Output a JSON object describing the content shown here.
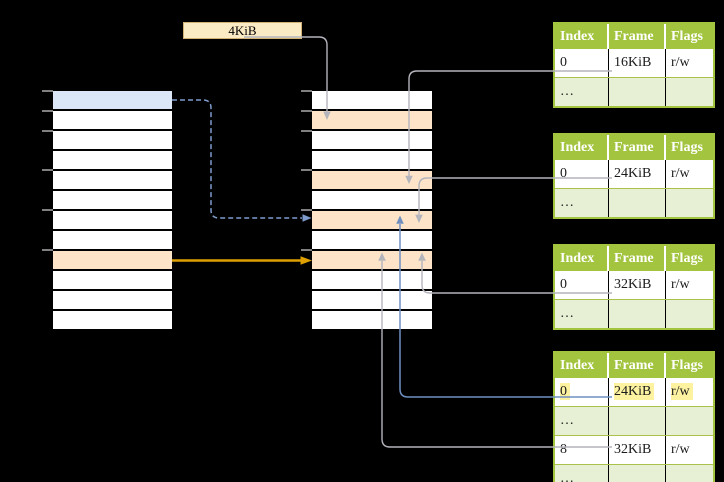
{
  "page_size_label": "4KiB",
  "left_column": {
    "row_count": 12,
    "blue_rows": [
      0
    ],
    "orange_rows": [
      8
    ],
    "tick_boundaries": [
      0,
      1,
      2,
      4,
      6,
      8
    ]
  },
  "middle_column": {
    "row_count": 12,
    "blue_rows": [],
    "orange_rows": [
      1,
      4,
      6,
      8
    ],
    "tick_boundaries": [
      0,
      1,
      2,
      4,
      6,
      8
    ]
  },
  "frame_tables": [
    {
      "headers": [
        "Index",
        "Frame",
        "Flags"
      ],
      "rows": [
        {
          "cells": [
            "0",
            "16KiB",
            "r/w"
          ],
          "shade": false,
          "highlight": false
        },
        {
          "cells": [
            "…",
            "",
            ""
          ],
          "shade": true,
          "highlight": false
        }
      ]
    },
    {
      "headers": [
        "Index",
        "Frame",
        "Flags"
      ],
      "rows": [
        {
          "cells": [
            "0",
            "24KiB",
            "r/w"
          ],
          "shade": false,
          "highlight": false
        },
        {
          "cells": [
            "…",
            "",
            ""
          ],
          "shade": true,
          "highlight": false
        }
      ]
    },
    {
      "headers": [
        "Index",
        "Frame",
        "Flags"
      ],
      "rows": [
        {
          "cells": [
            "0",
            "32KiB",
            "r/w"
          ],
          "shade": false,
          "highlight": false
        },
        {
          "cells": [
            "…",
            "",
            ""
          ],
          "shade": true,
          "highlight": false
        }
      ]
    },
    {
      "headers": [
        "Index",
        "Frame",
        "Flags"
      ],
      "rows": [
        {
          "cells": [
            "0",
            "24KiB",
            "r/w"
          ],
          "shade": false,
          "highlight": true
        },
        {
          "cells": [
            "…",
            "",
            ""
          ],
          "shade": true,
          "highlight": false
        },
        {
          "cells": [
            "8",
            "32KiB",
            "r/w"
          ],
          "shade": false,
          "highlight": false
        },
        {
          "cells": [
            "…",
            "",
            ""
          ],
          "shade": true,
          "highlight": false
        }
      ]
    }
  ],
  "colors": {
    "background": "#000000",
    "green_header": "#a3c43f",
    "green_light_row": "#e7f0d4",
    "row_separator_green": "#a9c24a",
    "orange_row": "#fde4c8",
    "blue_row": "#dbe7f6",
    "label_box_fill": "#fbebc4",
    "label_box_border": "#d2b274",
    "yellow_highlight": "#fcf2a0",
    "arrow_gray": "#b4b4bc",
    "arrow_blue": "#6f8fc1",
    "arrow_blue_dashed": "#7d9bcb",
    "arrow_gold": "#dda000",
    "tick_gray": "#808080"
  }
}
